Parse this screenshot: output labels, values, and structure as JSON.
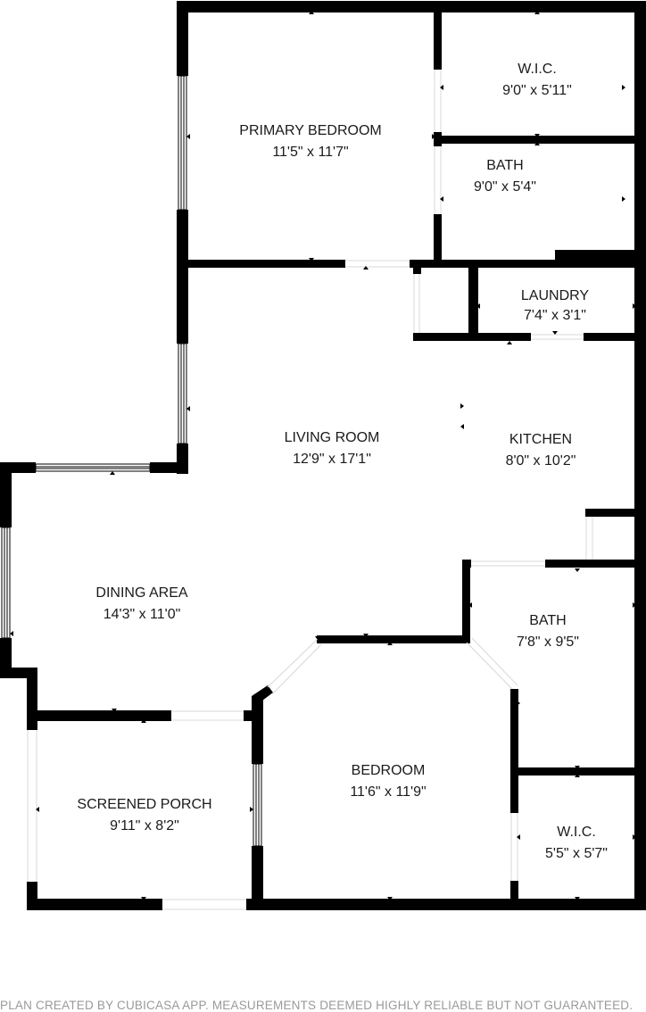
{
  "rooms": {
    "primary_bedroom": {
      "name": "PRIMARY BEDROOM",
      "dims": "11'5\" x 11'7\""
    },
    "wic_top": {
      "name": "W.I.C.",
      "dims": "9'0\" x 5'11\""
    },
    "bath_top": {
      "name": "BATH",
      "dims": "9'0\" x 5'4\""
    },
    "laundry": {
      "name": "LAUNDRY",
      "dims": "7'4\" x 3'1\""
    },
    "living_room": {
      "name": "LIVING ROOM",
      "dims": "12'9\" x 17'1\""
    },
    "kitchen": {
      "name": "KITCHEN",
      "dims": "8'0\" x 10'2\""
    },
    "dining_area": {
      "name": "DINING AREA",
      "dims": "14'3\" x 11'0\""
    },
    "bath_right": {
      "name": "BATH",
      "dims": "7'8\" x 9'5\""
    },
    "bedroom": {
      "name": "BEDROOM",
      "dims": "11'6\" x 11'9\""
    },
    "screened_porch": {
      "name": "SCREENED PORCH",
      "dims": "9'11\" x 8'2\""
    },
    "wic_bottom": {
      "name": "W.I.C.",
      "dims": "5'5\" x 5'7\""
    }
  },
  "footer": {
    "text": "PLAN CREATED BY CUBICASA APP. MEASUREMENTS DEEMED HIGHLY RELIABLE BUT NOT GUARANTEED."
  }
}
